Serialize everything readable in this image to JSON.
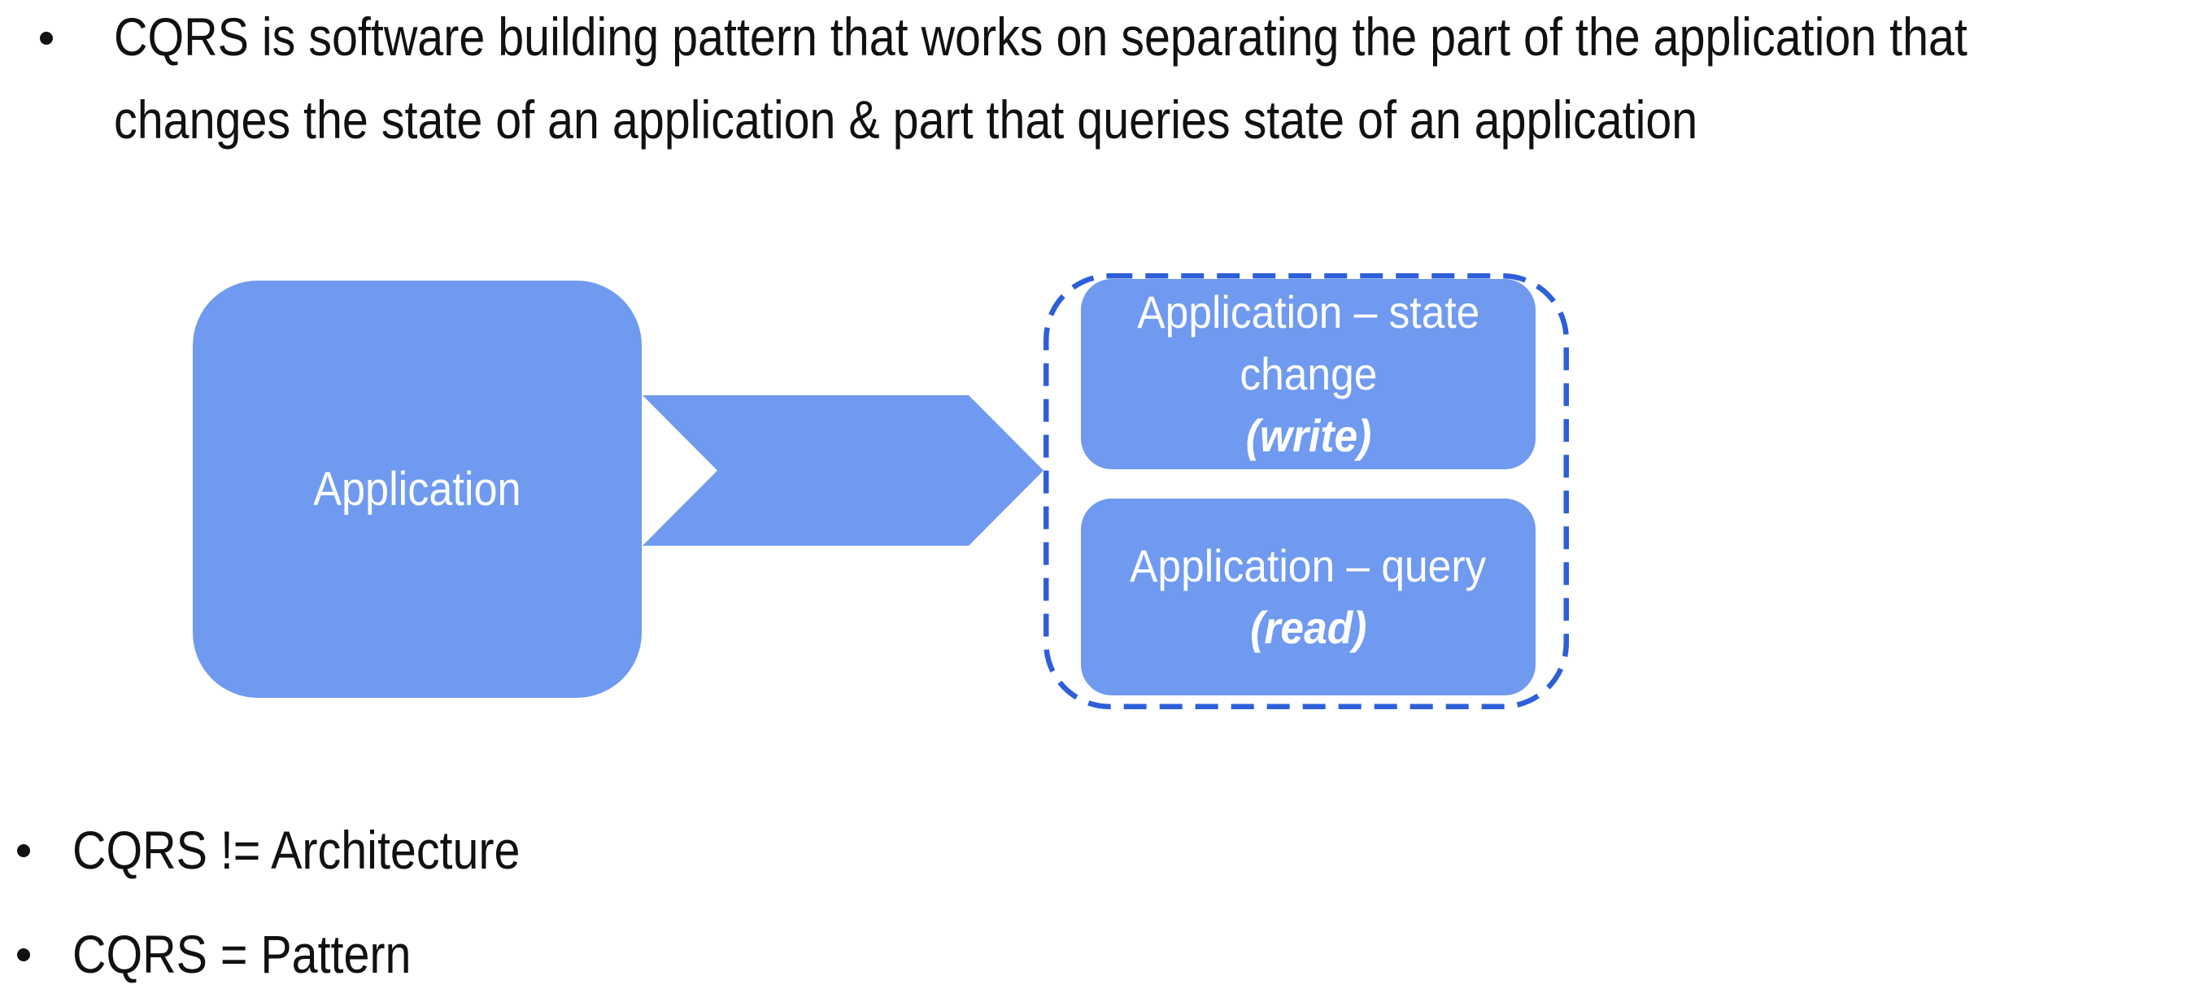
{
  "slide": {
    "background": "#ffffff",
    "text_color": "#111111"
  },
  "colors": {
    "shape_fill": "#6F9AF0",
    "dashed_border": "#2D5FD9",
    "shape_text": "#ffffff"
  },
  "bullets_top": {
    "line1": "CQRS is software building pattern that works on separating the part of the application that",
    "line2": "changes the state of an application & part that queries state of an application"
  },
  "diagram": {
    "application_box": {
      "label": "Application"
    },
    "arrow": {
      "direction": "right"
    },
    "cqrs_group": {
      "write_box": {
        "line1": "Application – state",
        "line2": "change",
        "emphasis": "(write)"
      },
      "query_box": {
        "line1": "Application – query",
        "emphasis": "(read)"
      }
    }
  },
  "bullets_bottom": {
    "items": [
      {
        "text": "CQRS != Architecture"
      },
      {
        "text": "CQRS = Pattern"
      }
    ]
  }
}
